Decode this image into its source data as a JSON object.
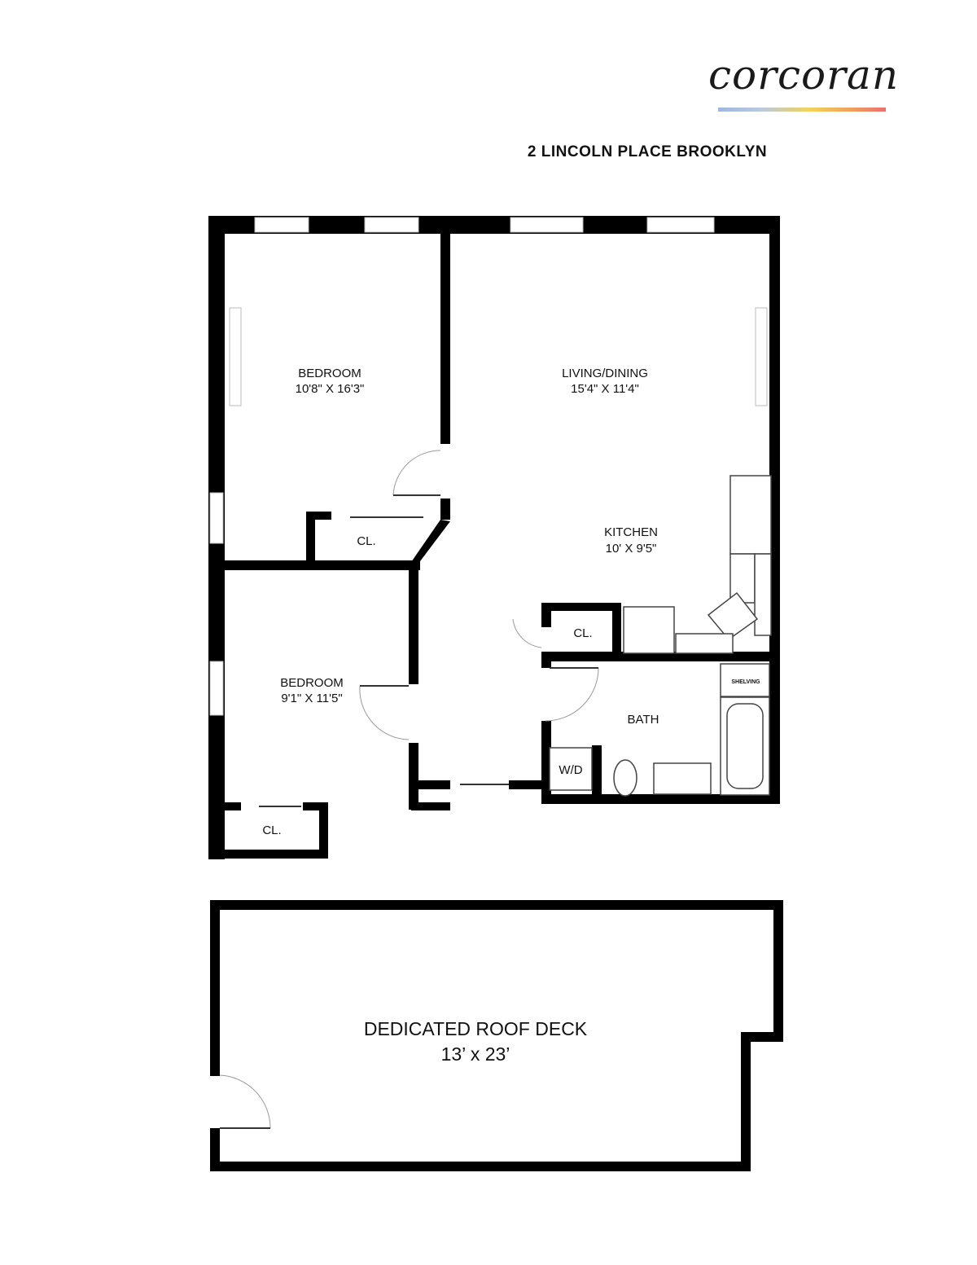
{
  "brand": {
    "name": "corcoran",
    "logo_colors": [
      "#9fb6e0",
      "#f2d35a",
      "#f0a35c",
      "#ec6f6f"
    ]
  },
  "address": "2 LINCOLN PLACE BROOKLYN",
  "rooms": {
    "bedroom1": {
      "name": "BEDROOM",
      "size": "10'8\" X 16'3\""
    },
    "living": {
      "name": "LIVING/DINING",
      "size": "15'4\" X 11'4\""
    },
    "kitchen": {
      "name": "KITCHEN",
      "size": "10' X 9'5\""
    },
    "closet1": {
      "name": "CL."
    },
    "closet2": {
      "name": "CL."
    },
    "closet3": {
      "name": "CL."
    },
    "bedroom2": {
      "name": "BEDROOM",
      "size": "9'1\" X 11'5\""
    },
    "bath": {
      "name": "BATH"
    },
    "wd": {
      "name": "W/D"
    },
    "shelving": {
      "name": "SHELVING"
    },
    "roofdeck": {
      "name": "DEDICATED ROOF DECK",
      "size": "13’ x 23’"
    }
  }
}
